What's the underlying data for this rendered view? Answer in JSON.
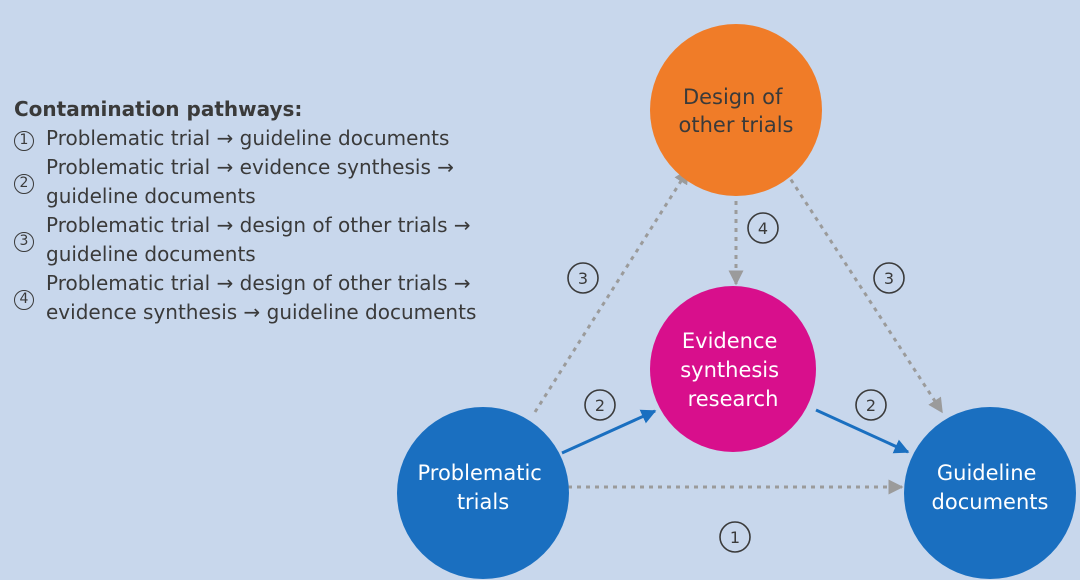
{
  "legend": {
    "title": "Contamination pathways:",
    "items": [
      {
        "num": "1",
        "text": "Problematic trial → guideline documents"
      },
      {
        "num": "2",
        "text": "Problematic trial → evidence synthesis →\nguideline documents"
      },
      {
        "num": "3",
        "text": "Problematic trial → design of other trials →\nguideline documents"
      },
      {
        "num": "4",
        "text": "Problematic trial → design of other trials →\nevidence synthesis → guideline documents"
      }
    ]
  },
  "nodes": {
    "design": {
      "line1": "Design of",
      "line2": "other trials",
      "color": "#f07c28"
    },
    "evidence": {
      "line1": "Evidence",
      "line2": "synthesis",
      "line3": "research",
      "color": "#d80f8c"
    },
    "problematic": {
      "line1": "Problematic",
      "line2": "trials",
      "color": "#1a6fc0"
    },
    "guideline": {
      "line1": "Guideline",
      "line2": "documents",
      "color": "#1a6fc0"
    }
  },
  "edge_labels": {
    "p1": "1",
    "p2_left": "2",
    "p2_right": "2",
    "p3_left": "3",
    "p3_right": "3",
    "p4": "4"
  },
  "colors": {
    "background": "#c8d7ec",
    "dotted_arrow": "#9b9b9b",
    "solid_arrow": "#1a6fc0",
    "text_dark": "#3a3a3a"
  }
}
